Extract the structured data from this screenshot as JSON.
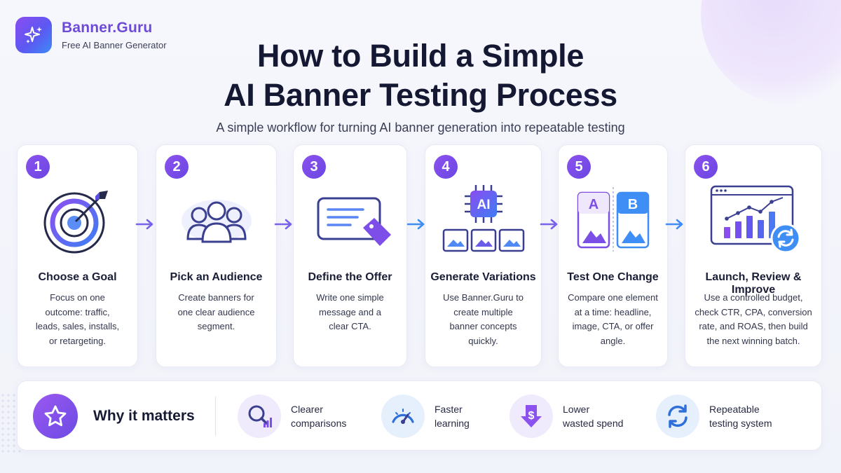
{
  "brand": {
    "name": "Banner.Guru",
    "tagline": "Free AI Banner Generator"
  },
  "headline": {
    "line1": "How to Build a Simple",
    "line2": "AI Banner Testing Process",
    "subtitle": "A simple workflow for turning AI banner generation into repeatable testing"
  },
  "steps": [
    {
      "number": "1",
      "title": "Choose a Goal",
      "description": "Focus on one outcome: traffic, leads, sales, installs, or retargeting.",
      "icon": "target-icon"
    },
    {
      "number": "2",
      "title": "Pick an Audience",
      "description": "Create banners for one clear audience segment.",
      "icon": "audience-icon"
    },
    {
      "number": "3",
      "title": "Define the Offer",
      "description": "Write one simple message and a clear CTA.",
      "icon": "offer-icon"
    },
    {
      "number": "4",
      "title": "Generate Variations",
      "description": "Use Banner.Guru to create multiple banner concepts quickly.",
      "icon": "ai-chip-icon",
      "chip_label": "AI"
    },
    {
      "number": "5",
      "title": "Test One Change",
      "description": "Compare one element at a time: headline, image, CTA, or offer angle.",
      "icon": "ab-test-icon",
      "variant_a": "A",
      "variant_b": "B"
    },
    {
      "number": "6",
      "title": "Launch, Review & Improve",
      "description": "Use a controlled budget, check CTR, CPA, conversion rate, and ROAS, then build the next winning batch.",
      "icon": "analytics-icon"
    }
  ],
  "why": {
    "label": "Why it matters",
    "benefits": [
      {
        "line1": "Clearer",
        "line2": "comparisons",
        "icon": "magnifier-chart-icon"
      },
      {
        "line1": "Faster",
        "line2": "learning",
        "icon": "speedometer-icon"
      },
      {
        "line1": "Lower",
        "line2": "wasted spend",
        "icon": "dollar-down-icon"
      },
      {
        "line1": "Repeatable",
        "line2": "testing system",
        "icon": "refresh-icon"
      }
    ]
  },
  "colors": {
    "accent_purple": "#7b4ee6",
    "accent_blue": "#3f8ef5",
    "text_dark": "#141832"
  }
}
